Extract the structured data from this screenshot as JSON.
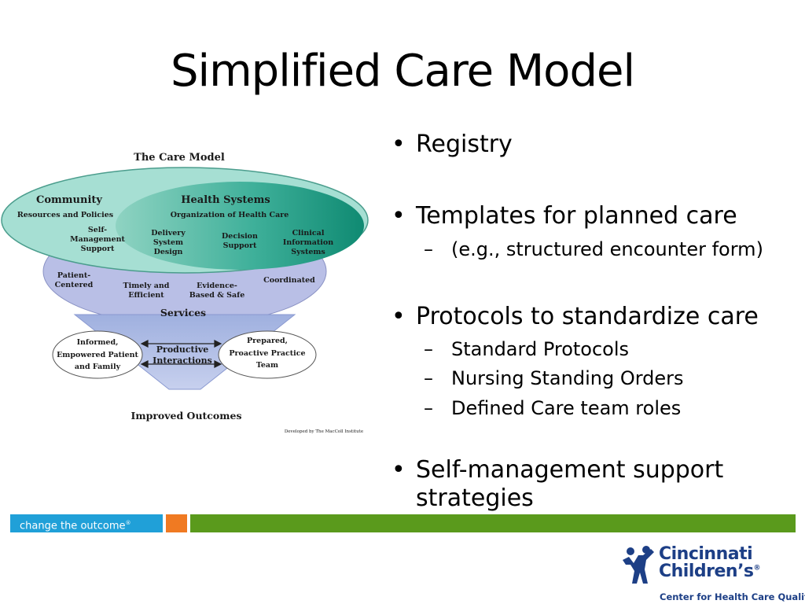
{
  "slide": {
    "title": "Simplified Care Model"
  },
  "diagram": {
    "heading": "The Care Model",
    "community": "Community",
    "resources": "Resources and Policies",
    "health_systems": "Health Systems",
    "organization": "Organization of Health Care",
    "self_mgmt": [
      "Self-",
      "Management",
      "Support"
    ],
    "delivery": [
      "Delivery",
      "System",
      "Design"
    ],
    "decision": [
      "Decision",
      "Support"
    ],
    "clinical": [
      "Clinical",
      "Information",
      "Systems"
    ],
    "patient_centered": [
      "Patient-",
      "Centered"
    ],
    "timely": [
      "Timely and",
      "Efficient"
    ],
    "evidence": [
      "Evidence-",
      "Based & Safe"
    ],
    "coordinated": "Coordinated",
    "services": "Services",
    "informed": [
      "Informed,",
      "Empowered Patient",
      "and Family"
    ],
    "productive": [
      "Productive",
      "Interactions"
    ],
    "prepared": [
      "Prepared,",
      "Proactive Practice",
      "Team"
    ],
    "outcomes": "Improved Outcomes",
    "credit": "Developed by The MacColl Institute"
  },
  "bullets": [
    {
      "text": "Registry",
      "subs": []
    },
    {
      "text": "Templates for planned care",
      "subs": [
        "(e.g., structured encounter form)"
      ]
    },
    {
      "text": "Protocols to standardize care",
      "subs": [
        "Standard Protocols",
        "Nursing Standing Orders",
        "Defined Care team roles"
      ]
    },
    {
      "text": "Self-management support",
      "continuation": "strategies",
      "subs": []
    }
  ],
  "footer": {
    "tagline": "change the outcome",
    "tagline_mark": "®",
    "colors": {
      "blue": "#20a0d8",
      "orange": "#f07a22",
      "green": "#5a9a1c"
    }
  },
  "logo": {
    "line1": "Cincinnati",
    "line2": "Children’s",
    "registered": "®",
    "subtitle": "Center for Health Care Quality",
    "icon": "children-figure-icon",
    "color": "#1d3f86"
  }
}
